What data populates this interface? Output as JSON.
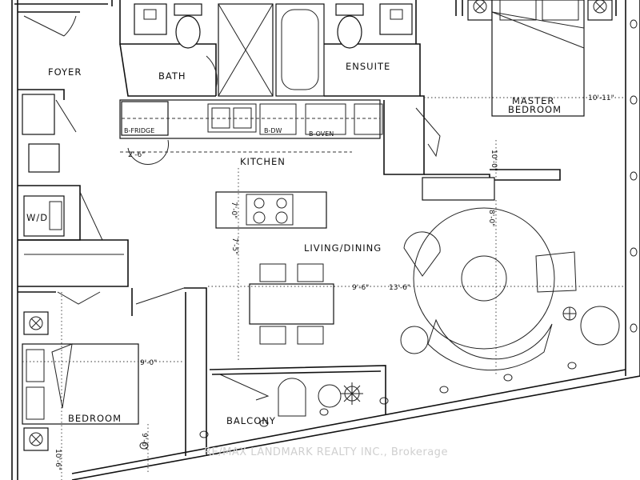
{
  "rooms": {
    "foyer": "FOYER",
    "bath": "BATH",
    "ensuite": "ENSUITE",
    "master_bedroom_line1": "MASTER",
    "master_bedroom_line2": "BEDROOM",
    "kitchen": "KITCHEN",
    "living_dining": "LIVING/DINING",
    "wd": "W/D",
    "bedroom": "BEDROOM",
    "balcony": "BALCONY"
  },
  "appliances": {
    "fridge": "B-FRIDGE",
    "dishwasher": "B-DW",
    "oven": "B-OVEN"
  },
  "dimensions": {
    "kitchen_width": "2'-6\"",
    "master_width": "10'-11\"",
    "master_depth": "10'-0\"",
    "island_depth": "7'-0\"",
    "dining_depth": "7'-5\"",
    "living_depth": "8'-0\"",
    "living_width_a": "9'-6\"",
    "living_width_b": "13'-6\"",
    "bedroom_width": "9'-0\"",
    "bedroom_depth_a": "10'-6\"",
    "bedroom_depth_b": "9'-6\""
  },
  "watermark": "RE/MAX LANDMARK REALTY INC., Brokerage"
}
